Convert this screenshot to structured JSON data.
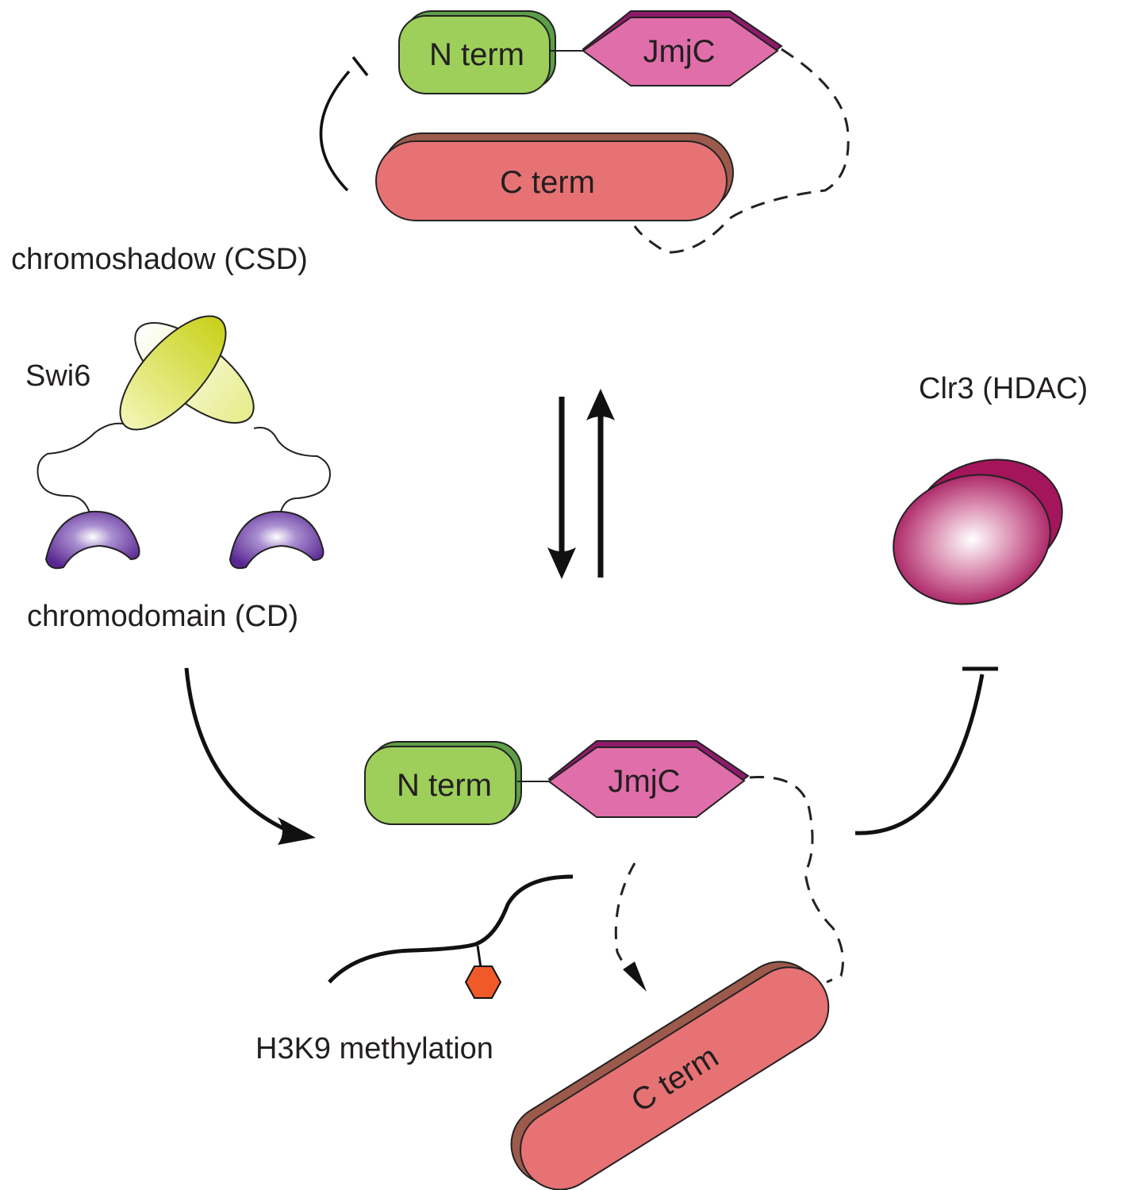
{
  "top_state": {
    "n_term": "N term",
    "jmjc": "JmjC",
    "c_term": "C term"
  },
  "bottom_state": {
    "n_term": "N term",
    "jmjc": "JmjC",
    "c_term": "C term"
  },
  "labels": {
    "csd": "chromoshadow (CSD)",
    "swi6": "Swi6",
    "cd": "chromodomain (CD)",
    "clr3": "Clr3 (HDAC)",
    "h3k9": "H3K9 methylation"
  },
  "colors": {
    "n_term": "#9dcf5a",
    "n_term_shadow": "#5e9e48",
    "jmjc": "#e06eaa",
    "jmjc_shadow": "#8e1b6a",
    "c_term": "#e67274",
    "c_term_shadow": "#9c5a4c",
    "chromodomain": "#6a2a9a",
    "chromoshadow": "#d4da20",
    "clr3": "#b51e6a",
    "methyl_mark": "#f05a28"
  }
}
